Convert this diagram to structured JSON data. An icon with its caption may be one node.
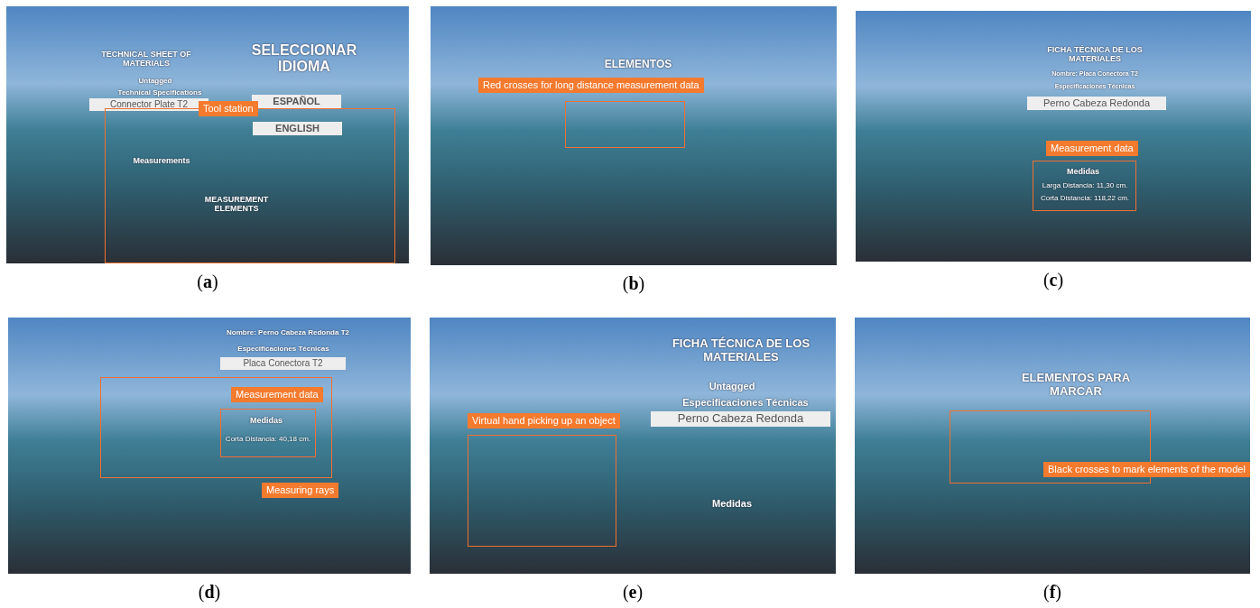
{
  "diagram": {
    "nodes": [
      {
        "text": [
          "TECHNICAL SHEET OF MATERIALS",
          "Untagged",
          "Technical Specifications",
          "Connector Plate T2",
          "SELECCIONAR IDIOMA",
          "ESPAÑOL"
        ],
        "beside": [
          "(**a**)"
        ]
      },
      {
        "text": [
          "ENGLISH",
          "Measurements",
          "MEASUREMENT ELEMENTS"
        ],
        "in": 0
      },
      {
        "text": [
          "Tool station"
        ],
        "in": 0
      },
      {
        "text": [
          "ELEMENTOS"
        ],
        "beside": [
          "(**b**)"
        ]
      },
      {
        "text": [
          "Red crosses for long distance measurement data"
        ],
        "in": 3
      },
      {
        "text": [],
        "shape": "box",
        "in": 3
      },
      {
        "text": [
          "FICHA TÉCNICA DE LOS MATERIALES",
          "Nombre: Placa Conectora T2",
          "Especificaciones Técnicas",
          "Perno Cabeza Redonda"
        ],
        "beside": [
          "(**c**)"
        ]
      },
      {
        "text": [
          "Measurement data"
        ],
        "in": 6
      },
      {
        "text": [
          "Medidas",
          "Larga Distancia: 11,30 cm.",
          "Corta Distancia: 118,22 cm."
        ],
        "in": 6
      },
      {
        "text": [
          "Nombre: Perno Cabeza Redonda T2",
          "Especificaciones Técnicas",
          "Placa Conectora T2"
        ],
        "beside": [
          "(**d**)"
        ]
      },
      {
        "text": [],
        "shape": "box",
        "in": 9
      },
      {
        "text": [
          "Measurement data"
        ],
        "in": 10
      },
      {
        "text": [
          "Medidas",
          "Corta Distancia: 40,18 cm."
        ],
        "in": 10
      },
      {
        "text": [
          "Measuring rays"
        ],
        "in": 9
      },
      {
        "text": [
          "FICHA TÉCNICA DE LOS MATERIALES",
          "Untagged",
          "Especificaciones Técnicas",
          "Perno Cabeza Redonda",
          "Medidas"
        ],
        "beside": [
          "(**e**)"
        ]
      },
      {
        "text": [
          "Virtual hand picking up an object"
        ],
        "in": 14
      },
      {
        "text": [],
        "shape": "box",
        "in": 14
      },
      {
        "text": [
          "ELEMENTOS PARA MARCAR"
        ],
        "beside": [
          "(**f**)"
        ]
      },
      {
        "text": [],
        "shape": "box",
        "in": 17
      },
      {
        "text": [
          "Black crosses to mark elements of the model"
        ],
        "in": 17
      }
    ]
  }
}
